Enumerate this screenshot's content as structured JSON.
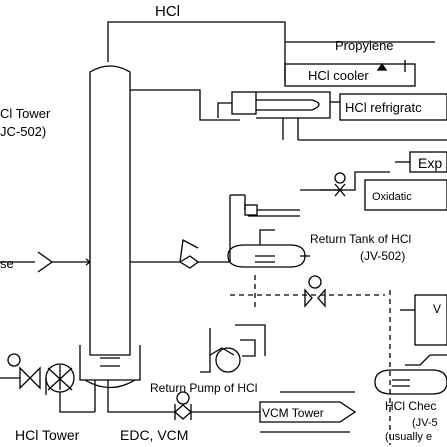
{
  "labels": {
    "hcl_top": "HCl",
    "propylene": "Propylene",
    "hcl_cooler": "HCl cooler",
    "hcl_refrigerator": "HCl refrigratc",
    "hcl_tower_line1": "Cl Tower",
    "hcl_tower_line2": "JC-502)",
    "exp": "Exp",
    "oxidation": "Oxidatic",
    "se": "se",
    "return_tank_line1": "Return Tank of HCl",
    "return_tank_line2": "(JV-502)",
    "v_label": "V",
    "return_pump": "Return Pump of HCl",
    "hcl_check_line1": "HCl Chec",
    "hcl_check_line2": "(JV-5",
    "vcm_tower": "VCM Tower",
    "hcl_tower_bottom": "HCl Tower",
    "edc_vcm": "EDC, VCM",
    "usually": "(usually e"
  },
  "colors": {
    "line": "#000000",
    "background": "#ffffff"
  }
}
